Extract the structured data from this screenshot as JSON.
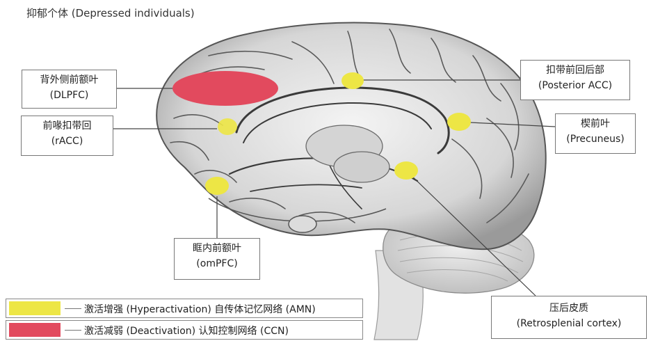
{
  "title": "抑郁个体 (Depressed individuals)",
  "labels": {
    "dlpfc": {
      "cn": "背外侧前额叶",
      "en": "(DLPFC)"
    },
    "racc": {
      "cn": "前喙扣带回",
      "en": "(rACC)"
    },
    "ompfc": {
      "cn": "眶内前额叶",
      "en": "(omPFC)"
    },
    "pacc": {
      "cn": "扣带前回后部",
      "en": "(Posterior ACC)"
    },
    "precuneus": {
      "cn": "楔前叶",
      "en": "(Precuneus)"
    },
    "retrosplenial": {
      "cn": "压后皮质",
      "en": "(Retrosplenial cortex)"
    }
  },
  "legend": [
    {
      "text": "激活增强 (Hyperactivation) 自传体记忆网络 (AMN)",
      "color": "#EDE645"
    },
    {
      "text": "激活减弱 (Deactivation)   认知控制网络 (CCN)",
      "color": "#E24A5E"
    }
  ],
  "colors": {
    "hyper": "#EDE645",
    "deact": "#E24A5E"
  }
}
